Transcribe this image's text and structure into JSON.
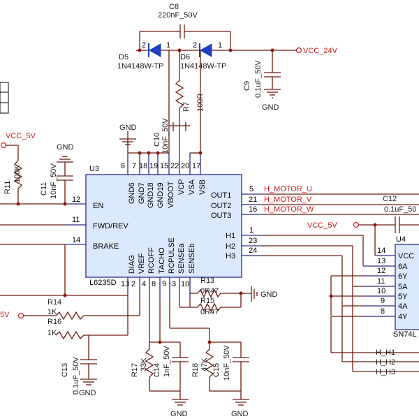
{
  "components": {
    "c8": {
      "ref": "C8",
      "value": "220nF_50V"
    },
    "d5": {
      "ref": "D5",
      "value": "1N4148W-TP",
      "pin_a": "2",
      "pin_b": "1"
    },
    "d6": {
      "ref": "D6",
      "value": "1N4148W-TP",
      "pin_a": "2",
      "pin_b": "1"
    },
    "c9": {
      "ref": "C9",
      "value": "0.1uF_50V"
    },
    "r7": {
      "ref": "R7",
      "value": "100R"
    },
    "c10": {
      "ref": "C10",
      "value": "10nF_50V"
    },
    "c11": {
      "ref": "C11",
      "value": "10nF_50V"
    },
    "r11": {
      "ref": "R11",
      "value": "100K"
    },
    "r14": {
      "ref": "R14",
      "value": "1K"
    },
    "r16": {
      "ref": "R16",
      "value": "1K"
    },
    "r13": {
      "ref": "R13",
      "value": "0R47"
    },
    "r15": {
      "ref": "R15",
      "value": "0R47"
    },
    "c13": {
      "ref": "C13",
      "value": "0.1uF_50V"
    },
    "r17": {
      "ref": "R17",
      "value": "33K"
    },
    "c14": {
      "ref": "C14",
      "value": "1nF_50V"
    },
    "r18": {
      "ref": "R18",
      "value": "47K"
    },
    "c15": {
      "ref": "C15",
      "value": "10nF_50V"
    },
    "c12": {
      "ref": "C12",
      "value": "0.1uF_50"
    }
  },
  "nets": {
    "vcc24": "VCC_24V",
    "vcc5": "VCC_5V",
    "vcc5_left_partial": "VCC_5V",
    "vcc5_bottom_partial": "5V",
    "gnd": "GND",
    "h_motor_u": "H_MOTOR_U",
    "h_motor_v": "H_MOTOR_V",
    "h_motor_w": "H_MOTOR_W",
    "h_h1": "H_H1",
    "h_h2": "H_H2",
    "h_h3": "H_H3"
  },
  "u3": {
    "ref": "U3",
    "part": "L6235D",
    "top_pins": [
      {
        "num": "6",
        "name": "GND6"
      },
      {
        "num": "7",
        "name": "GND7"
      },
      {
        "num": "18",
        "name": "GND18"
      },
      {
        "num": "19",
        "name": "GND19"
      },
      {
        "num": "15",
        "name": "VBOOT"
      },
      {
        "num": "22",
        "name": "VCP"
      },
      {
        "num": "20",
        "name": "VSA"
      },
      {
        "num": "17",
        "name": "VSB"
      }
    ],
    "left_pins": [
      {
        "num": "12",
        "name": "EN"
      },
      {
        "num": "11",
        "name": "FWD/REV"
      },
      {
        "num": "14",
        "name": "BRAKE"
      }
    ],
    "right_pins": [
      {
        "num": "5",
        "name": "OUT1"
      },
      {
        "num": "21",
        "name": "OUT2"
      },
      {
        "num": "16",
        "name": "OUT3"
      },
      {
        "num": "1",
        "name": "H1"
      },
      {
        "num": "23",
        "name": "H2"
      },
      {
        "num": "24",
        "name": "H3"
      }
    ],
    "bottom_pins": [
      {
        "num": "13",
        "name": "DIAG"
      },
      {
        "num": "2",
        "name": "VREF"
      },
      {
        "num": "4",
        "name": "RCOFF"
      },
      {
        "num": "8",
        "name": "TACHO"
      },
      {
        "num": "9",
        "name": "RCPULSE"
      },
      {
        "num": "3",
        "name": "SENSEa"
      },
      {
        "num": "10",
        "name": "SENSEb"
      }
    ]
  },
  "u4": {
    "ref": "U4",
    "part": "SN74L",
    "pins": [
      {
        "num": "14",
        "name": "VCC"
      },
      {
        "num": "13",
        "name": "6A"
      },
      {
        "num": "12",
        "name": "6Y"
      },
      {
        "num": "11",
        "name": "5A"
      },
      {
        "num": "10",
        "name": "5Y"
      },
      {
        "num": "9",
        "name": "4A"
      },
      {
        "num": "8",
        "name": "4Y"
      }
    ]
  }
}
